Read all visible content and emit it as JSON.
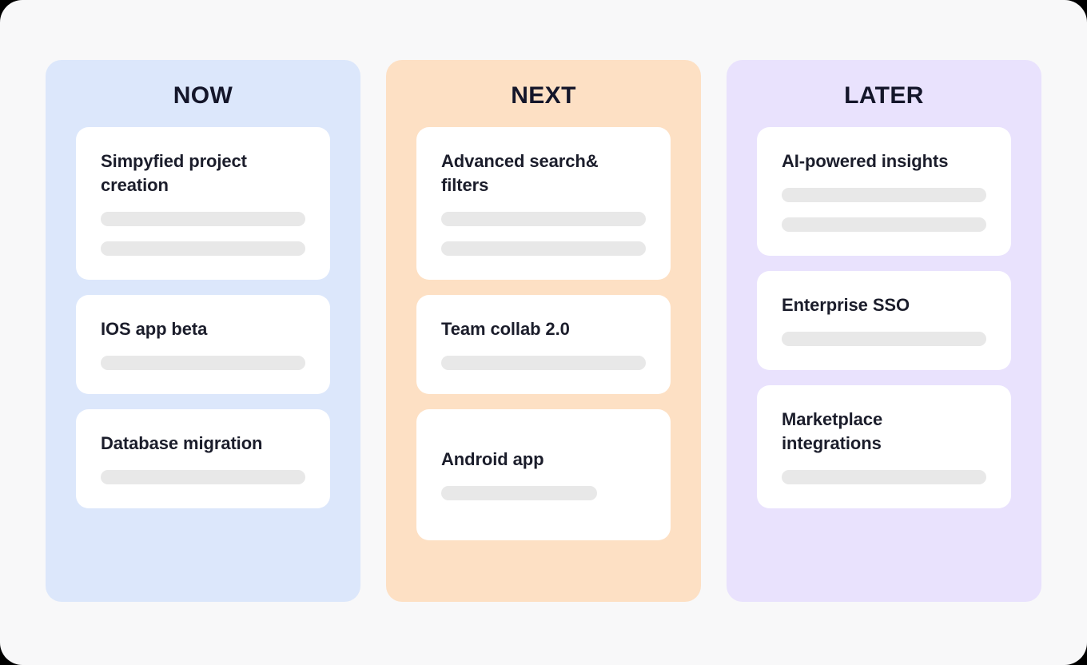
{
  "board": {
    "columns": [
      {
        "id": "now",
        "title": "NOW",
        "color": "#dce7fb",
        "cards": [
          {
            "title": "Simpyfied project creation",
            "skeleton_lines": 2,
            "tall": false
          },
          {
            "title": "IOS app beta",
            "skeleton_lines": 1,
            "tall": false
          },
          {
            "title": "Database migration",
            "skeleton_lines": 1,
            "tall": false
          }
        ]
      },
      {
        "id": "next",
        "title": "NEXT",
        "color": "#fde0c4",
        "cards": [
          {
            "title": "Advanced search& filters",
            "skeleton_lines": 2,
            "tall": false
          },
          {
            "title": "Team collab 2.0",
            "skeleton_lines": 1,
            "tall": false
          },
          {
            "title": "Android app",
            "skeleton_lines": 1,
            "tall": true
          }
        ]
      },
      {
        "id": "later",
        "title": "LATER",
        "color": "#e9e2fd",
        "cards": [
          {
            "title": "AI-powered insights",
            "skeleton_lines": 2,
            "tall": false
          },
          {
            "title": "Enterprise SSO",
            "skeleton_lines": 1,
            "tall": false
          },
          {
            "title": "Marketplace integrations",
            "skeleton_lines": 1,
            "tall": false
          }
        ]
      }
    ]
  },
  "theme": {
    "page_background": "#f8f8f9",
    "card_background": "#ffffff",
    "title_color": "#14162a",
    "card_title_color": "#1b1d2b",
    "skeleton_color": "#e8e8e8"
  }
}
